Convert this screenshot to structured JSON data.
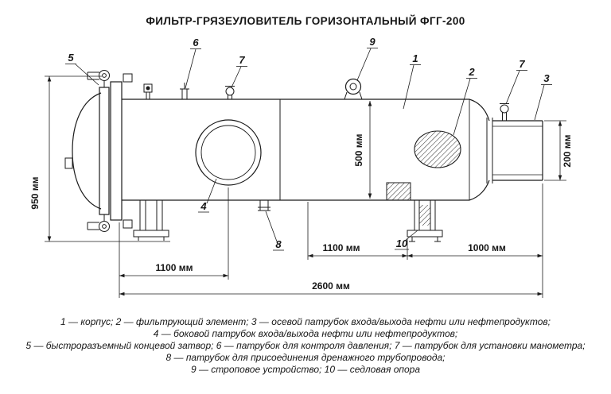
{
  "title": "ФИЛЬТР-ГРЯЗЕУЛОВИТЕЛЬ ГОРИЗОНТАЛЬНЫЙ ФГГ-200",
  "dimensions": {
    "overall_height": "950 мм",
    "shell_diameter": "500 мм",
    "nozzle_diameter": "200 мм",
    "span_center": "1100 мм",
    "span_right": "1000 мм",
    "span_left": "1100 мм",
    "overall_length": "2600 мм"
  },
  "callouts": {
    "body": "1",
    "filter_element": "2",
    "axial_nozzle": "3",
    "side_nozzle": "4",
    "end_closure": "5",
    "pressure_nozzle": "6",
    "gauge_nozzle_left": "7",
    "gauge_nozzle_right": "7",
    "drain_nozzle": "8",
    "sling_device": "9",
    "saddle_support": "10"
  },
  "legend": [
    "1 — корпус; 2 — фильтрующий элемент; 3 — осевой патрубок входа/выхода нефти или нефтепродуктов;",
    "4 — боковой патрубок входа/выхода нефти или нефтепродуктов;",
    "5 — быстроразъемный концевой затвор; 6 — патрубок для контроля давления; 7 — патрубок для установки манометра;",
    "8 — патрубок для присоединения дренажного трубопровода;",
    "9 — строповое устройство; 10 — седловая опора"
  ]
}
